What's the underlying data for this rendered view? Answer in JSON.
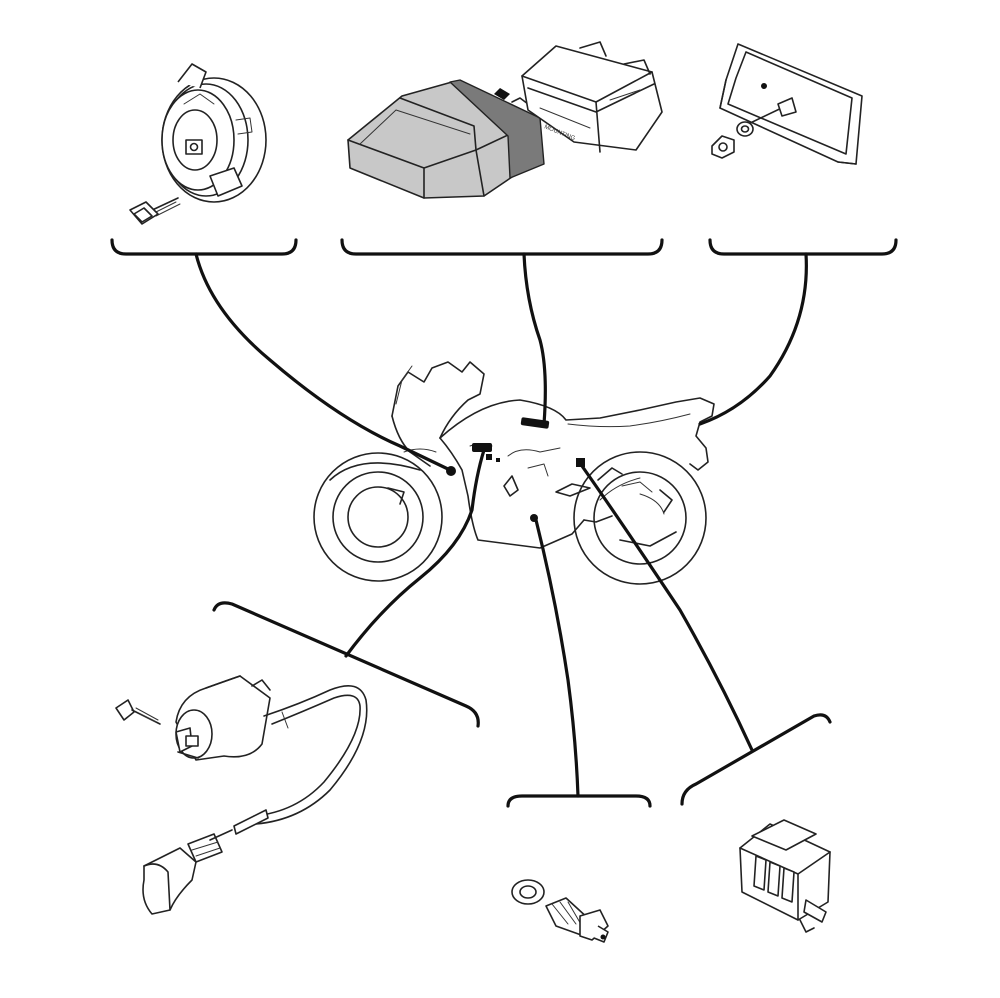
{
  "diagram": {
    "colors": {
      "line": "#111111",
      "component_fill": "#c8c8c8",
      "background": "#ffffff"
    },
    "components": [
      {
        "id": "horn",
        "icon": "horn-icon"
      },
      {
        "id": "control-unit",
        "icon": "ecu-module-icon",
        "stamp": "MOUNTING"
      },
      {
        "id": "plate-module",
        "icon": "panel-plate-icon"
      },
      {
        "id": "ignition-coil",
        "icon": "ignition-coil-icon"
      },
      {
        "id": "switch-sensor",
        "icon": "threaded-switch-icon"
      },
      {
        "id": "relay",
        "icon": "relay-icon"
      }
    ],
    "center_figure": {
      "icon": "motorcycle-outline-icon"
    }
  }
}
